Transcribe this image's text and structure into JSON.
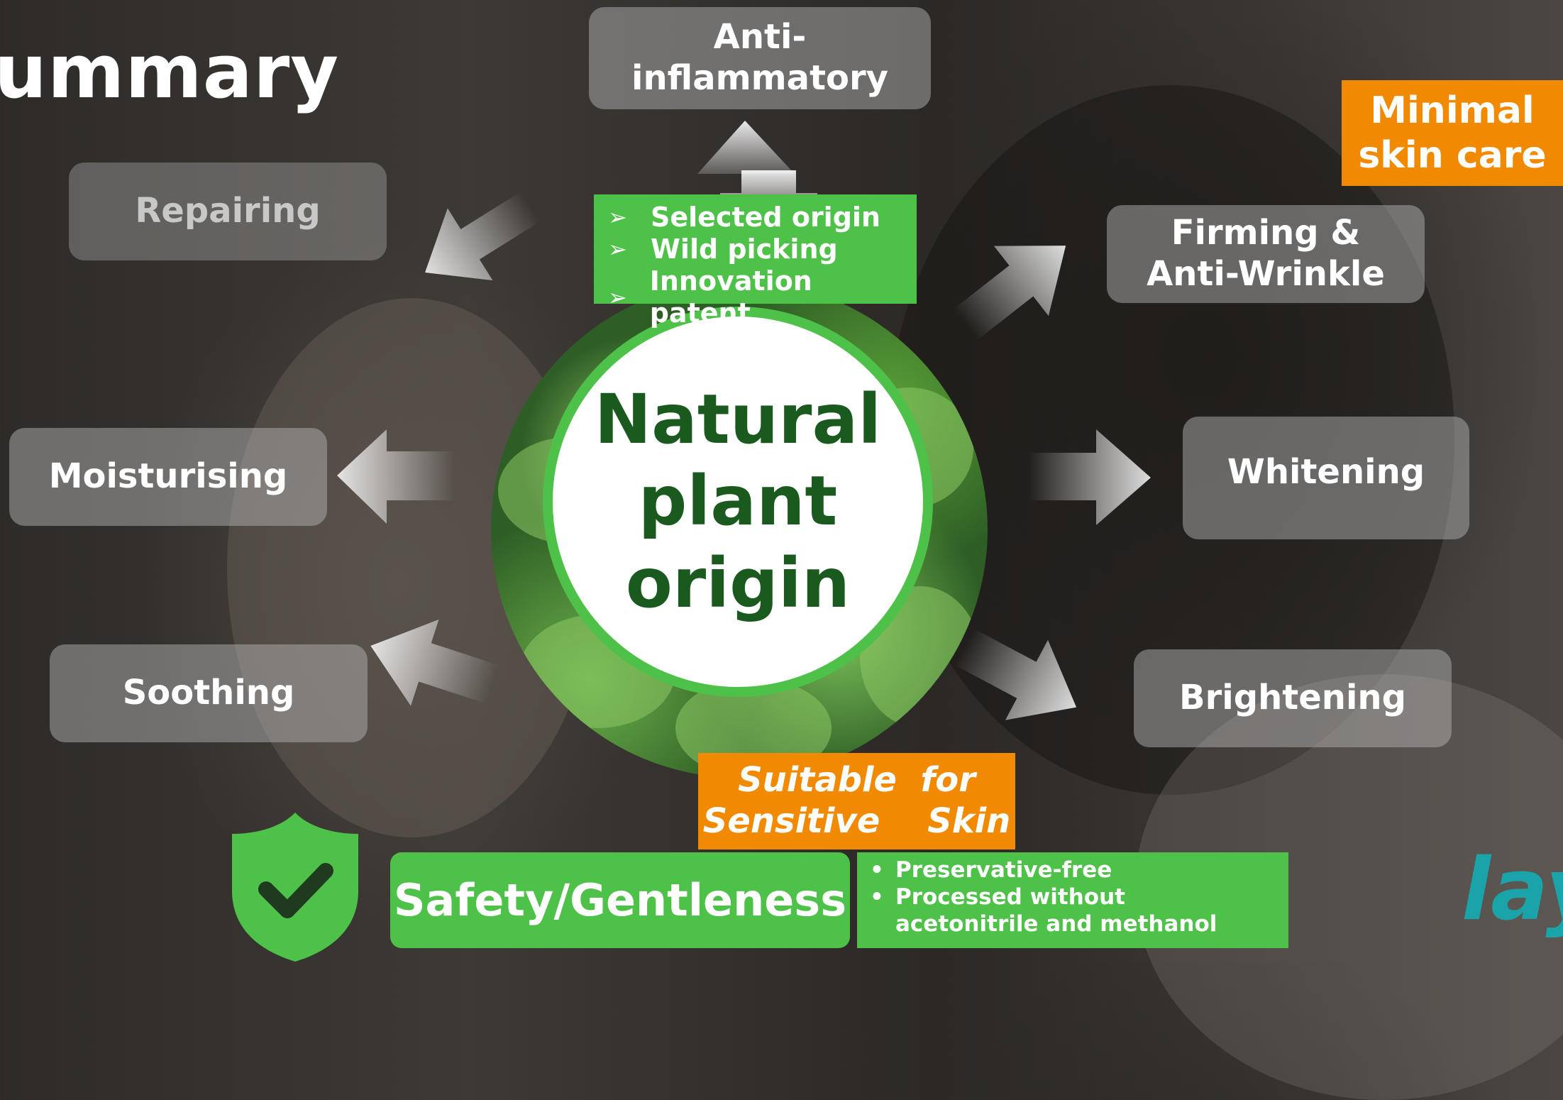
{
  "title": "ummary",
  "center": {
    "lines": [
      "Natural",
      "plant",
      "origin"
    ]
  },
  "origin_points": [
    "Selected origin",
    "Wild picking",
    "Innovation patent"
  ],
  "benefits": {
    "top": "Anti-inflammatory",
    "repairing": "Repairing",
    "moisturising": "Moisturising",
    "soothing": "Soothing",
    "firming_lines": [
      "Firming &",
      "Anti-Wrinkle"
    ],
    "whitening": "Whitening",
    "brightening": "Brightening"
  },
  "minimal": {
    "lines": [
      "Minimal",
      "skin care"
    ]
  },
  "sensitive": {
    "lines": [
      "Suitable  for",
      "Sensitive    Skin"
    ]
  },
  "safety": {
    "label": "Safety/Gentleness",
    "points": [
      "Preservative-free",
      "Processed without acetonitrile and methanol"
    ]
  },
  "logo_text": "lay",
  "colors": {
    "green": "#4dc148",
    "dark_green": "#1a5a1e",
    "orange": "#f18a00",
    "teal": "#1aa3a8"
  },
  "icons": {
    "bullet_arrow": "➢",
    "shield": "shield-check-icon"
  }
}
